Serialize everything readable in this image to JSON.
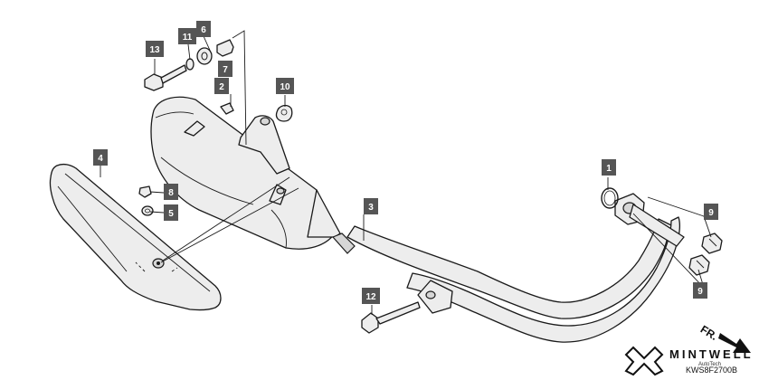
{
  "callouts": {
    "c1": "1",
    "c2": "2",
    "c3": "3",
    "c4": "4",
    "c5": "5",
    "c6": "6",
    "c7": "7",
    "c8": "8",
    "c9a": "9",
    "c9b": "9",
    "c10": "10",
    "c11": "11",
    "c12": "12",
    "c13": "13"
  },
  "front_marker": "FR.",
  "brand": {
    "name": "MINTWELL",
    "tagline": "AutoTech",
    "diagram_code": "KWS8F2700B"
  },
  "colors": {
    "callout_fill": "#555555",
    "part_fill": "#ededed",
    "line": "#1a1a1a"
  }
}
